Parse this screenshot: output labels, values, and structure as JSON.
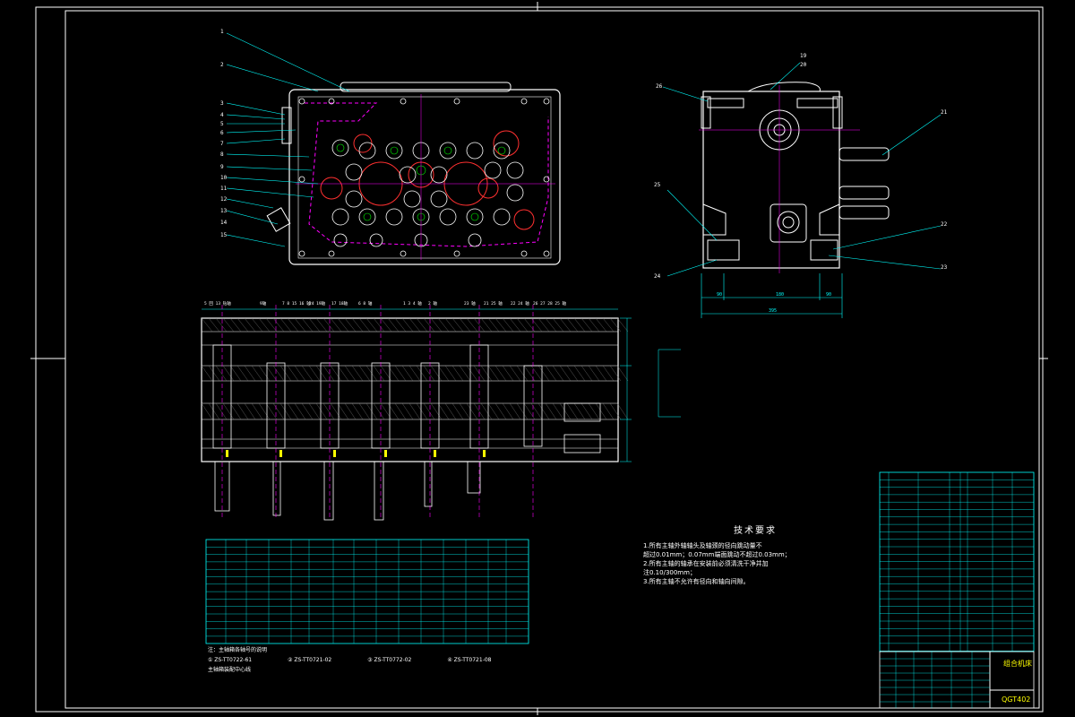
{
  "drawing": {
    "title": "组合机床",
    "code": "QGT402",
    "colors": {
      "frame": "#ffffff",
      "outline": "#ffffff",
      "center": "#ff00ff",
      "gear": "#ff3030",
      "dim": "#00ffff",
      "text": "#ffff00",
      "hidden": "#3060ff",
      "green": "#00ff00"
    }
  },
  "tech_requirements": {
    "title": "技术要求",
    "lines": [
      "1.所有主轴外轴轴头及轴颈的径向跳动量不",
      "超过0.01mm；0.07mm端面跳动不超过0.03mm；",
      "2.所有主轴的轴承在安装前必须清洗干净并加",
      "注0.10/300mm；",
      "3.所有主轴不允许有径向和轴向间隙。"
    ]
  },
  "notes": {
    "header": "注：主轴箱各轴号的说明",
    "items": [
      "① ZS-TT0722-61",
      "② ZS-TT0721-02",
      "③ ZS-TT0772-02",
      "④ ZS-TT0721-08"
    ],
    "footer": "主轴箱装配中心线"
  },
  "front_view_labels": [
    "1",
    "2",
    "3",
    "4",
    "5",
    "6",
    "7",
    "8",
    "9",
    "10",
    "11",
    "12",
    "13",
    "14",
    "15"
  ],
  "side_view_labels": [
    "19",
    "20",
    "26",
    "21",
    "25",
    "22",
    "24",
    "23"
  ],
  "side_dims": [
    "90",
    "180",
    "90",
    "395"
  ],
  "section_top_labels": [
    "5 回 13 钻轴",
    "9轴",
    "7 8 15 16 轴",
    "24 19轴",
    "17 18轴",
    "6 8 轴",
    "1 3 4 轴",
    "2 轴",
    "23 轴",
    "21 25 轴",
    "22 24 轴",
    "26 27 28 25 轴"
  ]
}
